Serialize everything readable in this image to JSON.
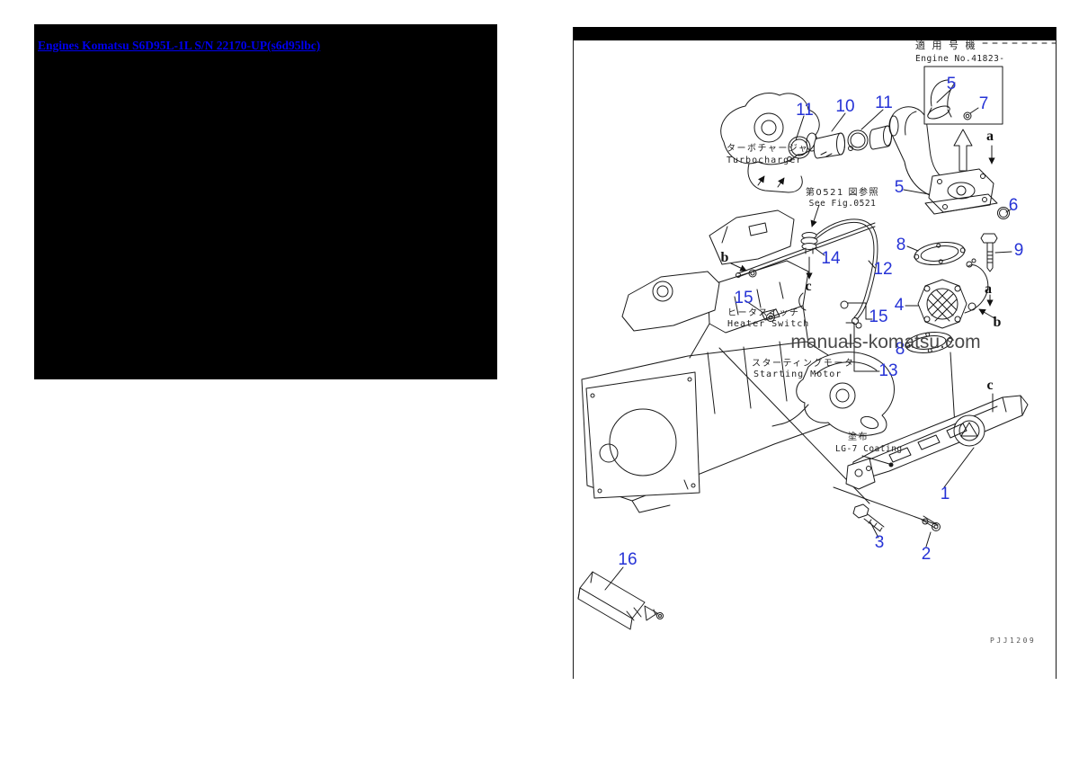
{
  "colors": {
    "link_blue": "#0000ee",
    "callout_blue": "#2633d6",
    "line_dark": "#1a1a1a",
    "panel_black": "#000000",
    "watermark_gray": "#3a3a3a"
  },
  "link_bar": {
    "link_text": "Engines Komatsu S6D95L-1L S/N 22170-UP(s6d95lbc)"
  },
  "diagram": {
    "header": {
      "applicability_jp": "適 用 号 機",
      "applicability_en": "Engine No.41823-"
    },
    "labels": {
      "turbocharger_jp": "ターボチャージャ",
      "turbocharger_en": "Turbocharger",
      "see_fig_jp": "第0521 図参照",
      "see_fig_en": "See Fig.0521",
      "heater_switch_jp": "ヒータスイッチ",
      "heater_switch_en": "Heater Switch",
      "starting_motor_jp": "スターティングモータ",
      "starting_motor_en": "Starting Motor",
      "coating_jp": "塗布",
      "coating_en": "LG-7 Coating"
    },
    "callout_numbers": [
      "11",
      "10",
      "11",
      "5",
      "7",
      "5",
      "6",
      "8",
      "9",
      "14",
      "12",
      "15",
      "15",
      "4",
      "8",
      "13",
      "1",
      "3",
      "2",
      "16"
    ],
    "view_markers": [
      "a",
      "b",
      "c",
      "a",
      "b",
      "c"
    ],
    "watermark": "manuals-komatsu.com",
    "drawing_code": "PJJ1209"
  }
}
